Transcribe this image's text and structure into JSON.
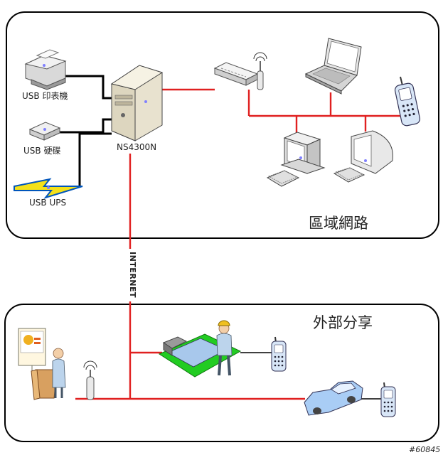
{
  "labels": {
    "usb_printer": "USB 印表機",
    "usb_disk": "USB 硬碟",
    "usb_ups": "USB UPS",
    "nas": "NS4300N",
    "lan": "區域網路",
    "internet": "INTERNET",
    "external": "外部分享",
    "watermark": "#60845"
  },
  "colors": {
    "link": "#e02020",
    "usb_cable": "#000000",
    "box_border": "#000000",
    "pcb": "#22cc22"
  },
  "icons": [
    "printer-icon",
    "external-disk-icon",
    "ups-lightning-icon",
    "server-tower-icon",
    "router-icon",
    "laptop-icon",
    "cellphone-icon",
    "desktop-pc-icon",
    "imac-icon",
    "presenter-icon",
    "engineer-workstation-icon",
    "car-icon"
  ]
}
